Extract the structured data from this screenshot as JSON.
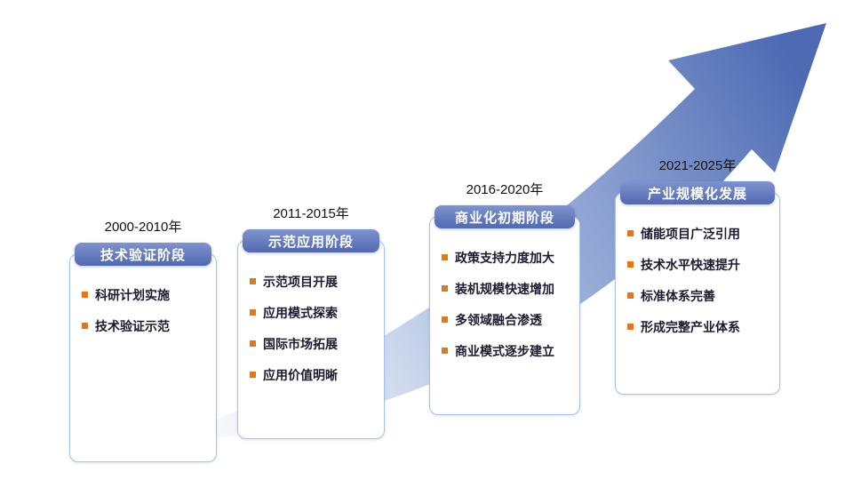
{
  "stages": [
    {
      "year": "2000-2010年",
      "title": "技术验证阶段",
      "items": [
        "科研计划实施",
        "技术验证示范"
      ]
    },
    {
      "year": "2011-2015年",
      "title": "示范应用阶段",
      "items": [
        "示范项目开展",
        "应用模式探索",
        "国际市场拓展",
        "应用价值明晰"
      ]
    },
    {
      "year": "2016-2020年",
      "title": "商业化初期阶段",
      "items": [
        "政策支持力度加大",
        "装机规模快速增加",
        "多领域融合渗透",
        "商业模式逐步建立"
      ]
    },
    {
      "year": "2021-2025年",
      "title": "产业规模化发展",
      "items": [
        "储能项目广泛引用",
        "技术水平快速提升",
        "标准体系完善",
        "形成完整产业体系"
      ]
    }
  ],
  "colors": {
    "header_blue": "#5268b0",
    "header_blue_light": "#7e94cf",
    "card_border": "#a9c3e8",
    "bullet_orange": "#e0761e",
    "text_dark": "#1b1b2f",
    "arrow_dark": "#4d6ab3",
    "arrow_mid": "#9fb4dd",
    "arrow_light": "#e9eef8"
  }
}
